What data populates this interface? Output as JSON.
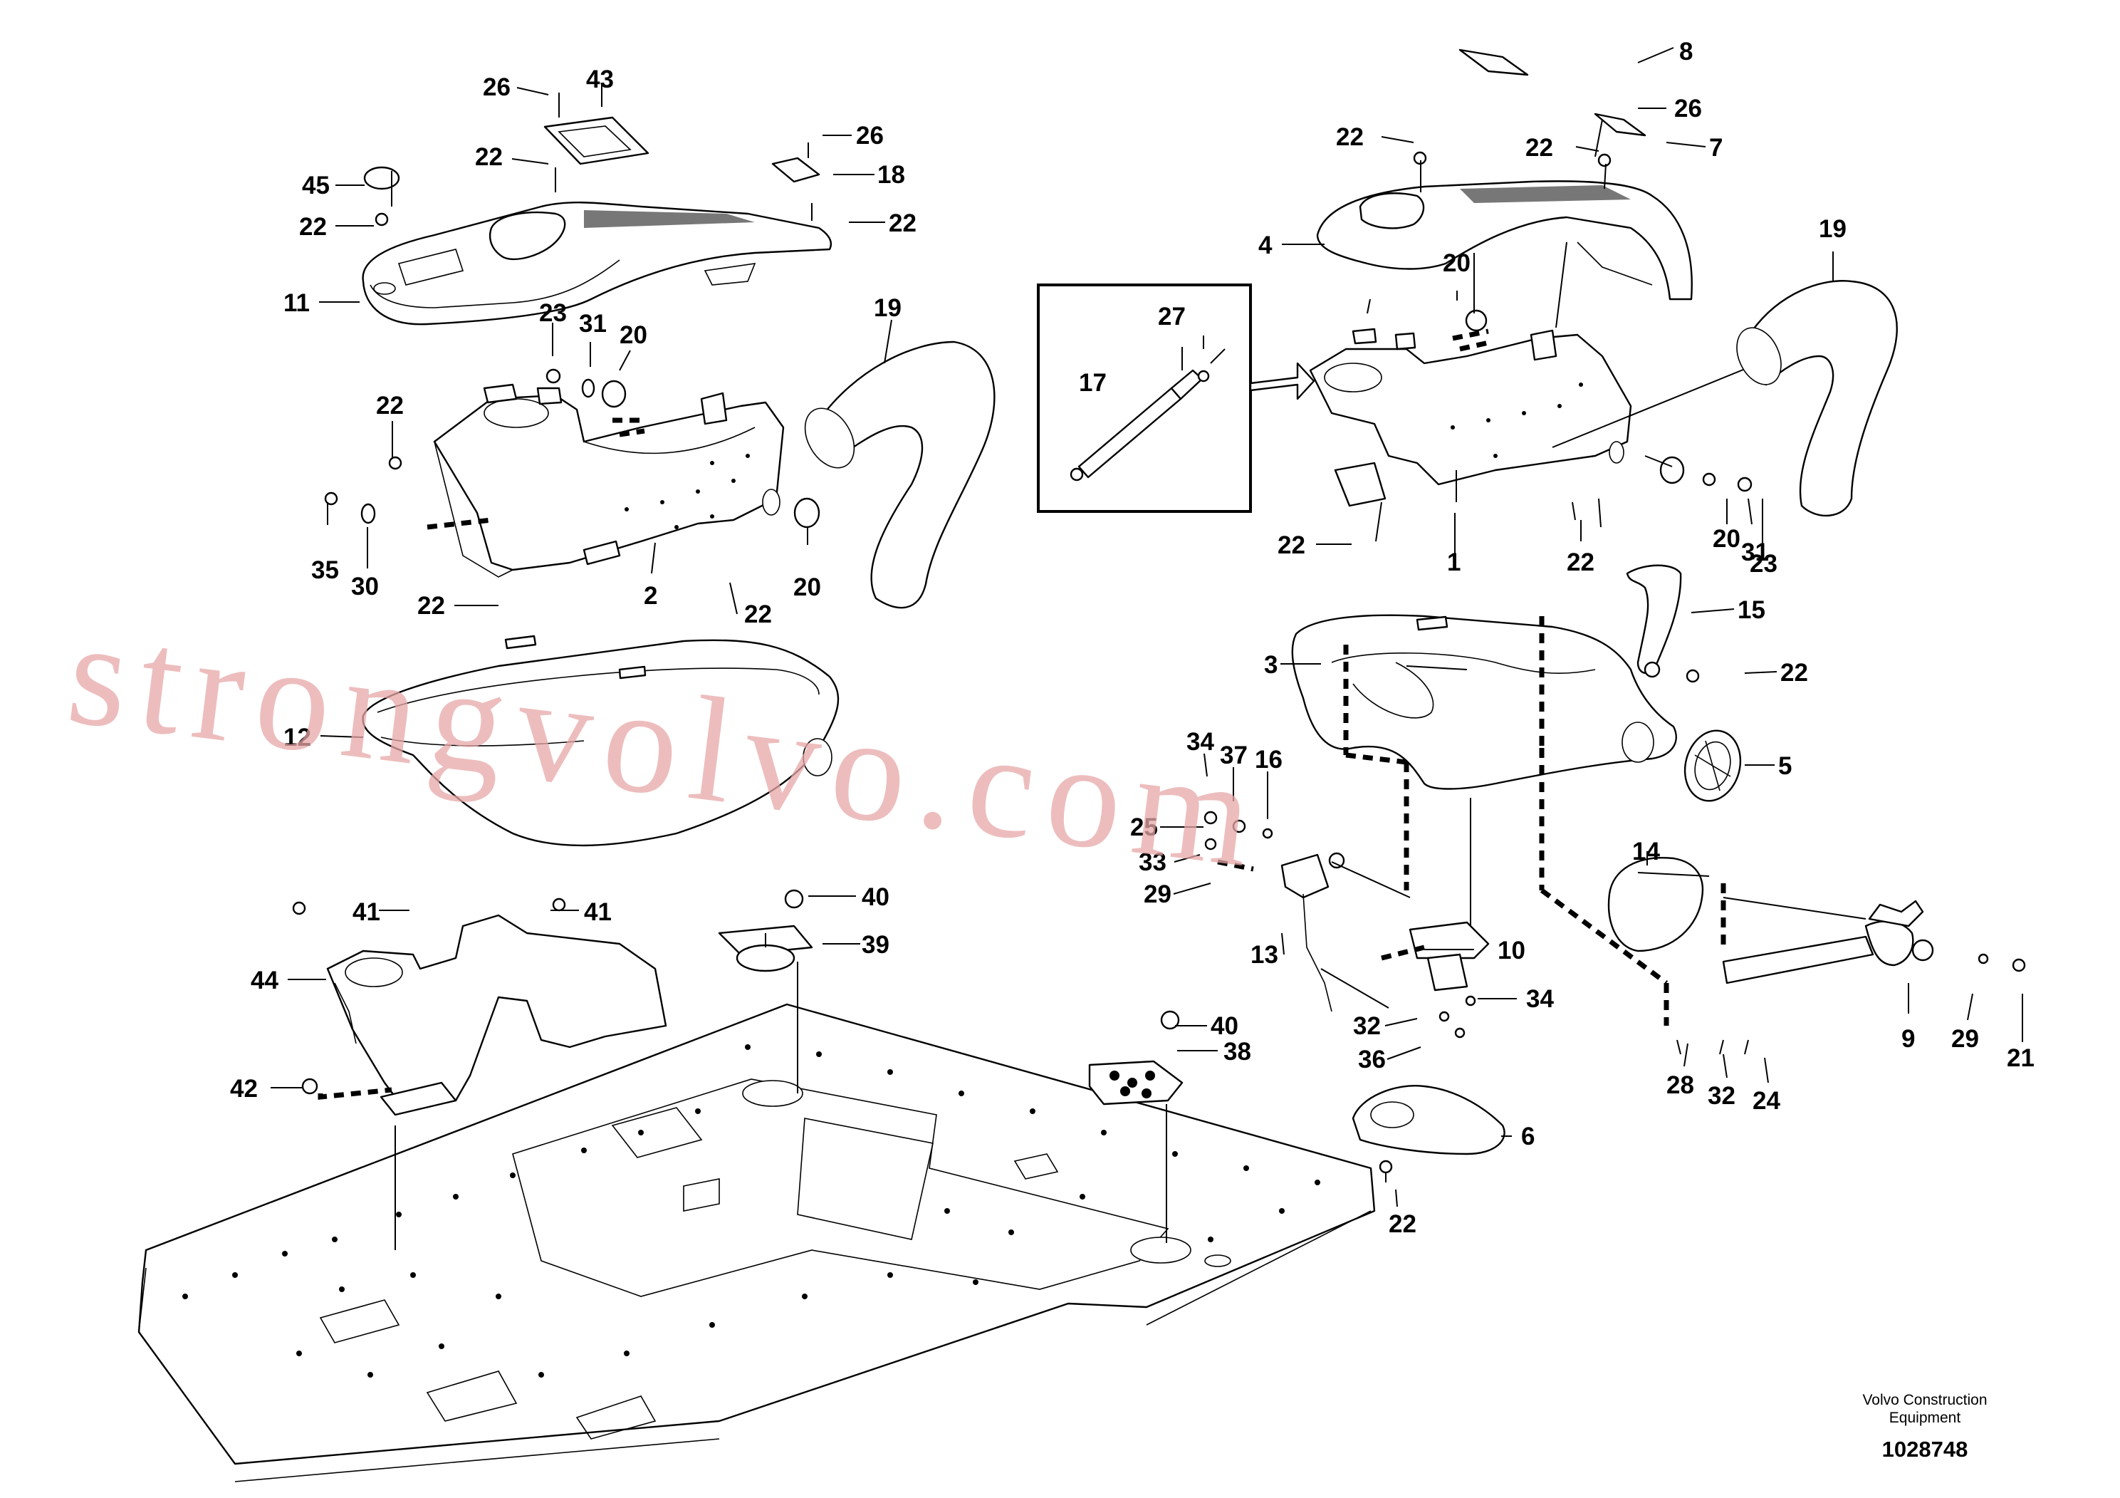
{
  "watermark": "strongvolvo.com",
  "publisher_line1": "Volvo Construction",
  "publisher_line2": "Equipment",
  "drawing_number": "1028748",
  "callouts": {
    "c26a": "26",
    "c43": "43",
    "c22a": "22",
    "c45": "45",
    "c22b": "22",
    "c11": "11",
    "c26b": "26",
    "c18": "18",
    "c22c": "22",
    "c23a": "23",
    "c31a": "31",
    "c20a": "20",
    "c19a": "19",
    "c22d": "22",
    "c35": "35",
    "c30": "30",
    "c22e": "22",
    "c2": "2",
    "c22f": "22",
    "c20b": "20",
    "c12": "12",
    "c41a": "41",
    "c41b": "41",
    "c40a": "40",
    "c39": "39",
    "c44": "44",
    "c42": "42",
    "c40b": "40",
    "c38": "38",
    "c8": "8",
    "c26c": "26",
    "c22g": "22",
    "c22h": "22",
    "c7": "7",
    "c4": "4",
    "c20c": "20",
    "c27": "27",
    "c17": "17",
    "c19b": "19",
    "c22i": "22",
    "c1": "1",
    "c22j": "22",
    "c20d": "20",
    "c31b": "31",
    "c23b": "23",
    "c15": "15",
    "c22k": "22",
    "c3": "3",
    "c5": "5",
    "c34a": "34",
    "c37": "37",
    "c16": "16",
    "c25": "25",
    "c33": "33",
    "c29a": "29",
    "c13": "13",
    "c10": "10",
    "c34b": "34",
    "c32a": "32",
    "c36": "36",
    "c14": "14",
    "c9": "9",
    "c29b": "29",
    "c21": "21",
    "c28": "28",
    "c32b": "32",
    "c24": "24",
    "c6": "6",
    "c22l": "22"
  }
}
